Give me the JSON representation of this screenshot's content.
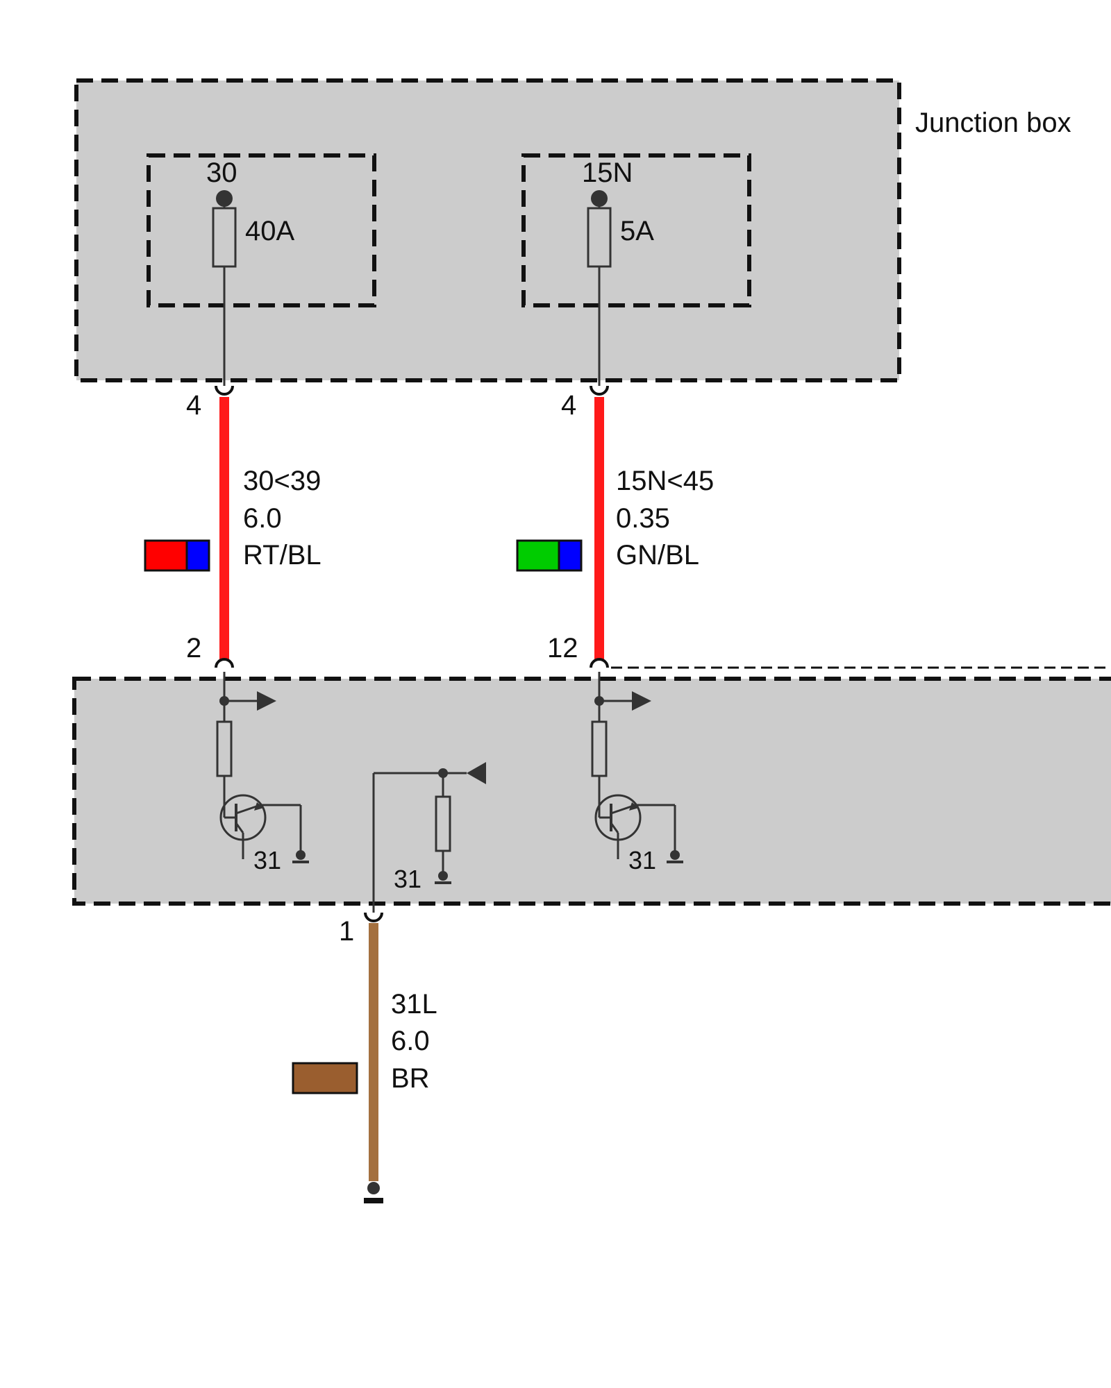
{
  "junction_box": {
    "title": "Junction box",
    "fuse_left": {
      "terminal": "30",
      "rating": "40A"
    },
    "fuse_right": {
      "terminal": "15N",
      "rating": "5A"
    }
  },
  "wires": [
    {
      "pin_top": "4",
      "pin_bottom": "2",
      "circuit": "30<39",
      "gauge": "6.0",
      "color_code": "RT/BL",
      "colors": [
        "#ff0000",
        "#0000ff"
      ],
      "line_color": "#ff1a1a"
    },
    {
      "pin_top": "4",
      "pin_bottom": "12",
      "circuit": "15N<45",
      "gauge": "0.35",
      "color_code": "GN/BL",
      "colors": [
        "#00cc00",
        "#0000ff"
      ],
      "line_color": "#ff1a1a"
    },
    {
      "pin_top": "1",
      "circuit": "31L",
      "gauge": "6.0",
      "color_code": "BR",
      "colors": [
        "#9a5e2f"
      ],
      "line_color": "#a4703f"
    }
  ],
  "module": {
    "ground_labels": [
      "31",
      "31",
      "31"
    ]
  }
}
